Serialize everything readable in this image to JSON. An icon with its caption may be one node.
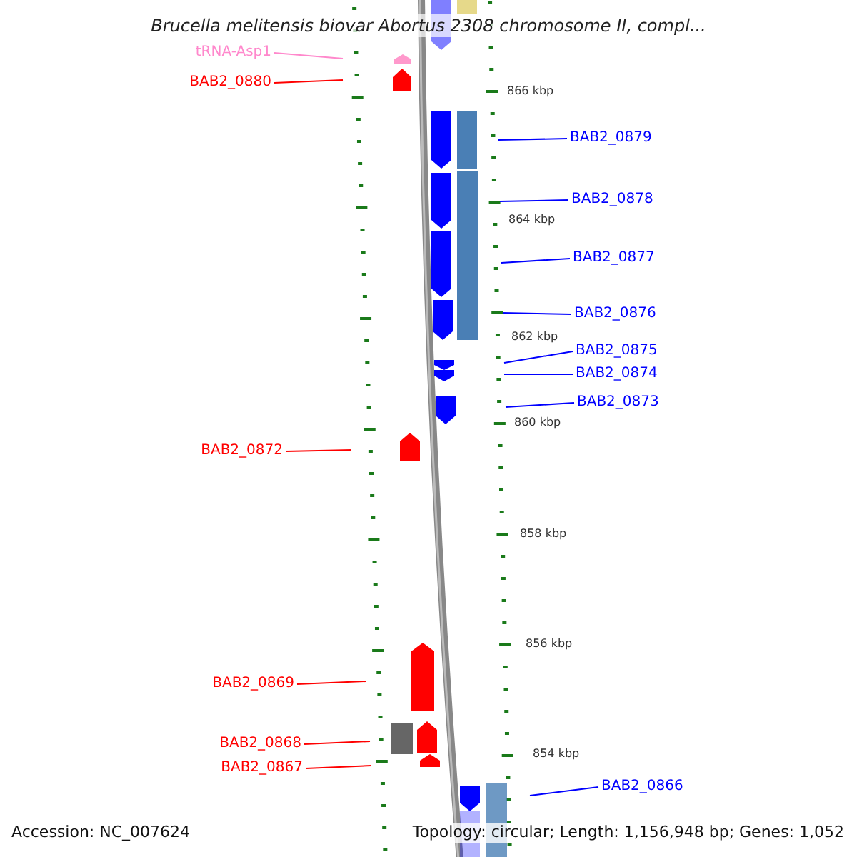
{
  "diagram": {
    "title": "Brucella melitensis biovar Abortus 2308 chromosome II, compl...",
    "nodes": [
      {
        "text": [
          "tRNA-Asp1"
        ]
      },
      {
        "text": [
          "BAB2_0880"
        ]
      },
      {
        "text": [
          "BAB2_0879"
        ]
      },
      {
        "text": [
          "BAB2_0878"
        ]
      },
      {
        "text": [
          "BAB2_0877"
        ]
      },
      {
        "text": [
          "BAB2_0876"
        ]
      },
      {
        "text": [
          "BAB2_0875"
        ]
      },
      {
        "text": [
          "BAB2_0874"
        ]
      },
      {
        "text": [
          "BAB2_0873"
        ]
      },
      {
        "text": [
          "BAB2_0872"
        ]
      },
      {
        "text": [
          "BAB2_0869"
        ]
      },
      {
        "text": [
          "BAB2_0868"
        ]
      },
      {
        "text": [
          "BAB2_0867"
        ]
      },
      {
        "text": [
          "BAB2_0866"
        ]
      }
    ],
    "edges": [
      {
        "from": 0,
        "to": null,
        "arrow": "none",
        "color": "#ff88cc"
      },
      {
        "from": 1,
        "to": null,
        "arrow": "none",
        "color": "#ff0000"
      },
      {
        "from": 2,
        "to": null,
        "arrow": "none",
        "color": "#0000ff"
      },
      {
        "from": 3,
        "to": null,
        "arrow": "none",
        "color": "#0000ff"
      },
      {
        "from": 4,
        "to": null,
        "arrow": "none",
        "color": "#0000ff"
      },
      {
        "from": 5,
        "to": null,
        "arrow": "none",
        "color": "#0000ff"
      },
      {
        "from": 6,
        "to": null,
        "arrow": "none",
        "color": "#0000ff"
      },
      {
        "from": 7,
        "to": null,
        "arrow": "none",
        "color": "#0000ff"
      },
      {
        "from": 8,
        "to": null,
        "arrow": "none",
        "color": "#0000ff"
      },
      {
        "from": 9,
        "to": null,
        "arrow": "none",
        "color": "#ff0000"
      },
      {
        "from": 10,
        "to": null,
        "arrow": "none",
        "color": "#ff0000"
      },
      {
        "from": 11,
        "to": null,
        "arrow": "none",
        "color": "#ff0000"
      },
      {
        "from": 12,
        "to": null,
        "arrow": "none",
        "color": "#ff0000"
      },
      {
        "from": 13,
        "to": null,
        "arrow": "none",
        "color": "#0000ff"
      }
    ],
    "labels": [
      "866 kbp",
      "864 kbp",
      "862 kbp",
      "860 kbp",
      "858 kbp",
      "856 kbp",
      "854 kbp",
      "Accession: NC_007624",
      "Topology: circular; Length: 1,156,948 bp; Genes: 1,052"
    ]
  }
}
